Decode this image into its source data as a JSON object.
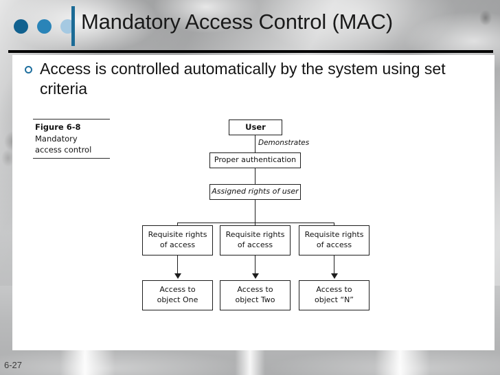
{
  "slide": {
    "title": "Mandatory Access Control (MAC)",
    "number": "6-27",
    "accent_dark": "#11618f",
    "accent_mid": "#2a84b8",
    "accent_light": "#a5c9e2",
    "rule_color": "#000000",
    "bullet_color": "#1f6f9e"
  },
  "bullets": [
    {
      "text": "Access is controlled automatically by the system using set criteria",
      "marker": "hollow-circle-bullet"
    }
  ],
  "figure": {
    "caption_title": "Figure 6-8",
    "caption_lines": [
      "Mandatory",
      "access control"
    ],
    "nodes": {
      "user": "User",
      "proper_authentication": "Proper authentication",
      "assigned_rights": "Assigned rights of user",
      "requisite_1": "Requisite rights\nof access",
      "requisite_2": "Requisite rights\nof access",
      "requisite_3": "Requisite rights\nof access",
      "access_1_line1": "Access to",
      "access_1_line2": "object One",
      "access_2_line1": "Access to",
      "access_2_line2": "object Two",
      "access_3_line1": "Access to",
      "access_3_line2": "object “N”"
    },
    "edge_labels": {
      "demonstrates": "Demonstrates"
    },
    "requisite_line1": "Requisite rights",
    "requisite_line2": "of access"
  }
}
